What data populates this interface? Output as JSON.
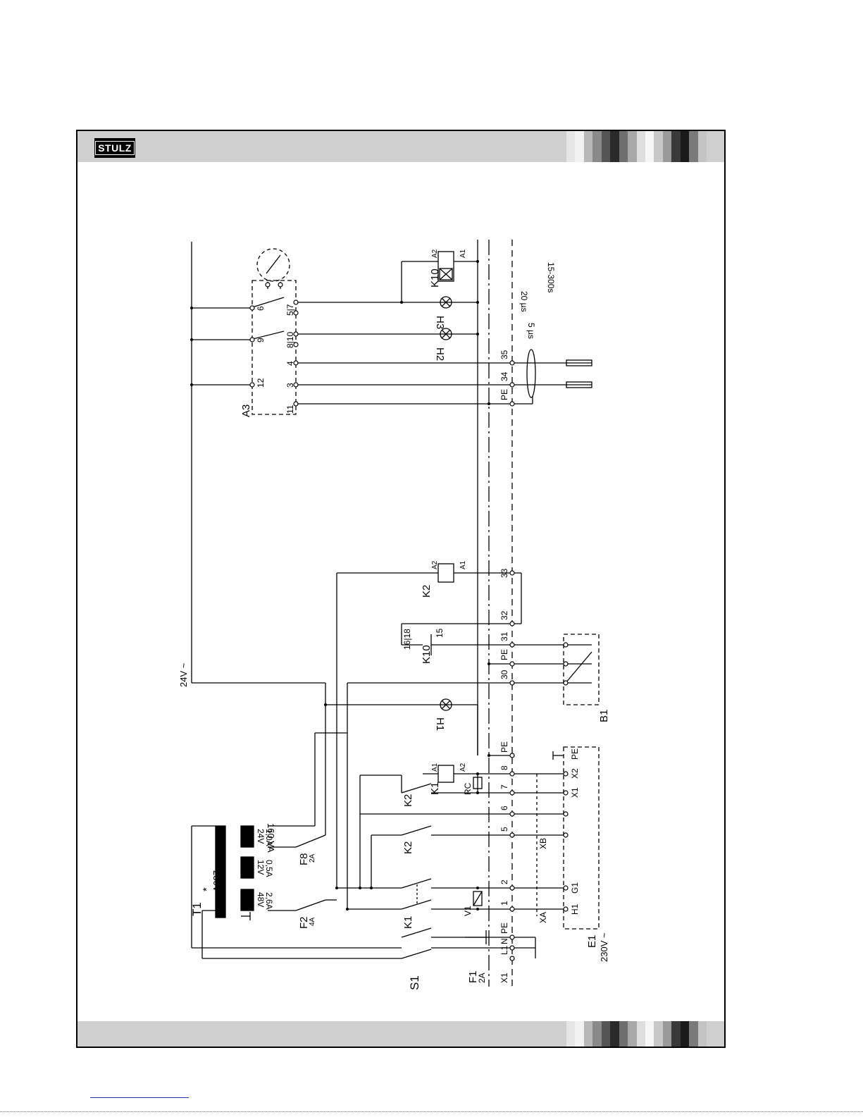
{
  "logo": {
    "text": "STULZ"
  },
  "colors": {
    "band": "#cfcfcf",
    "line": "#000000",
    "link": "#1a2fa8"
  },
  "labels": {
    "v24": "24V ~",
    "v230": "230V ~",
    "va": "160 VA",
    "t1": "T1",
    "star": "*",
    "prim": "230V",
    "s24v": "24V",
    "s24a": "1,0A",
    "s12v": "12V",
    "s12a": "0,5A",
    "s48v": "48V",
    "s48a": "2,6A",
    "f1": "F1",
    "f1a": "2A",
    "f2": "F2",
    "f2a": "4A",
    "f8": "F8",
    "f8a": "2A",
    "s1": "S1",
    "k1": "K1",
    "k2": "K2",
    "k10": "K10",
    "a1": "A1",
    "a2": "A2",
    "h1": "H1",
    "h2": "H2",
    "h3": "H3",
    "a3": "A3",
    "b1": "B1",
    "e1": "E1",
    "v1": "V1",
    "rc": "RC",
    "xa": "XA",
    "xb": "XB",
    "x1": "X1",
    "x2": "X2",
    "g1": "G1",
    "hh1": "H1",
    "l1": "L1",
    "n": "N",
    "pe": "PE",
    "t15": "15-300s",
    "t20": "20 µs",
    "t5": "5 µs",
    "k10c": "16|18",
    "k10n": "15",
    "n1": "1",
    "n2": "2",
    "n3": "3",
    "n4": "4",
    "n5": "5",
    "n6": "6",
    "n7": "7",
    "n8": "8",
    "n9": "9",
    "n10": "10",
    "n11": "11",
    "n12": "12",
    "n30": "30",
    "n31": "31",
    "n32": "32",
    "n33": "33",
    "n34": "34",
    "n35": "35",
    "n57": "5|7",
    "n810": "8|10"
  }
}
